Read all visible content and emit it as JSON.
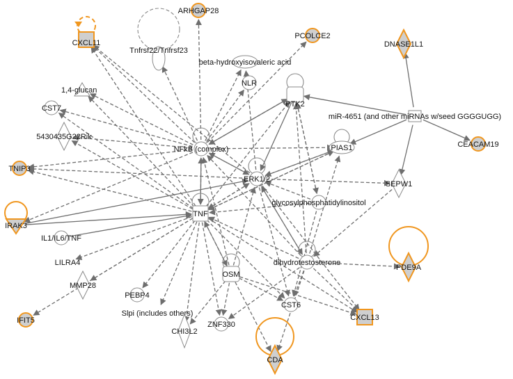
{
  "nodes": [
    {
      "id": "cxcl11",
      "label": "CXCL11"
    },
    {
      "id": "arhgap28",
      "label": "ARHGAP28"
    },
    {
      "id": "tnfrsf22",
      "label": "Tnfrsf22/Tnfrsf23"
    },
    {
      "id": "beta",
      "label": "beta-hydroxyisovaleric acid"
    },
    {
      "id": "pcolce2",
      "label": "PCOLCE2"
    },
    {
      "id": "dnase1l1",
      "label": "DNASE1L1"
    },
    {
      "id": "glucan",
      "label": "1,4-glucan"
    },
    {
      "id": "nlr",
      "label": "NLR"
    },
    {
      "id": "ptk2",
      "label": "PTK2"
    },
    {
      "id": "cst7",
      "label": "CST7"
    },
    {
      "id": "mir4651",
      "label": "miR-4651 (and other miRNAs w/seed GGGGUGG)"
    },
    {
      "id": "g5430",
      "label": "5430435G22Rik"
    },
    {
      "id": "nfkb",
      "label": "NFkB (complex)"
    },
    {
      "id": "pias1",
      "label": "PIAS1"
    },
    {
      "id": "ceacam19",
      "label": "CEACAM19"
    },
    {
      "id": "tnip3",
      "label": "TNIP3"
    },
    {
      "id": "erk12",
      "label": "ERK1/2"
    },
    {
      "id": "sepw1",
      "label": "SEPW1"
    },
    {
      "id": "gpi",
      "label": "glycosylphosphatidylinositol"
    },
    {
      "id": "irak3",
      "label": "IRAK3"
    },
    {
      "id": "tnf",
      "label": "TNF"
    },
    {
      "id": "il1",
      "label": "IL1/IL6/TNF"
    },
    {
      "id": "lilra4",
      "label": "LILRA4"
    },
    {
      "id": "dht",
      "label": "dihydrotestosterone"
    },
    {
      "id": "pde9a",
      "label": "PDE9A"
    },
    {
      "id": "mmp28",
      "label": "MMP28"
    },
    {
      "id": "osm",
      "label": "OSM"
    },
    {
      "id": "pebp4",
      "label": "PEBP4"
    },
    {
      "id": "cst6",
      "label": "CST6"
    },
    {
      "id": "slpi",
      "label": "Slpi (includes others)"
    },
    {
      "id": "cxcl13",
      "label": "CXCL13"
    },
    {
      "id": "ifit5",
      "label": "IFIT5"
    },
    {
      "id": "znf330",
      "label": "ZNF330"
    },
    {
      "id": "chi3l2",
      "label": "CHI3L2"
    },
    {
      "id": "cda",
      "label": "CDA"
    }
  ],
  "colors": {
    "highlight_stroke": "#f0961e",
    "highlight_fill": "#cfcfcf",
    "edge": "#6e6e6e",
    "node_stroke": "#8a8a8a"
  }
}
